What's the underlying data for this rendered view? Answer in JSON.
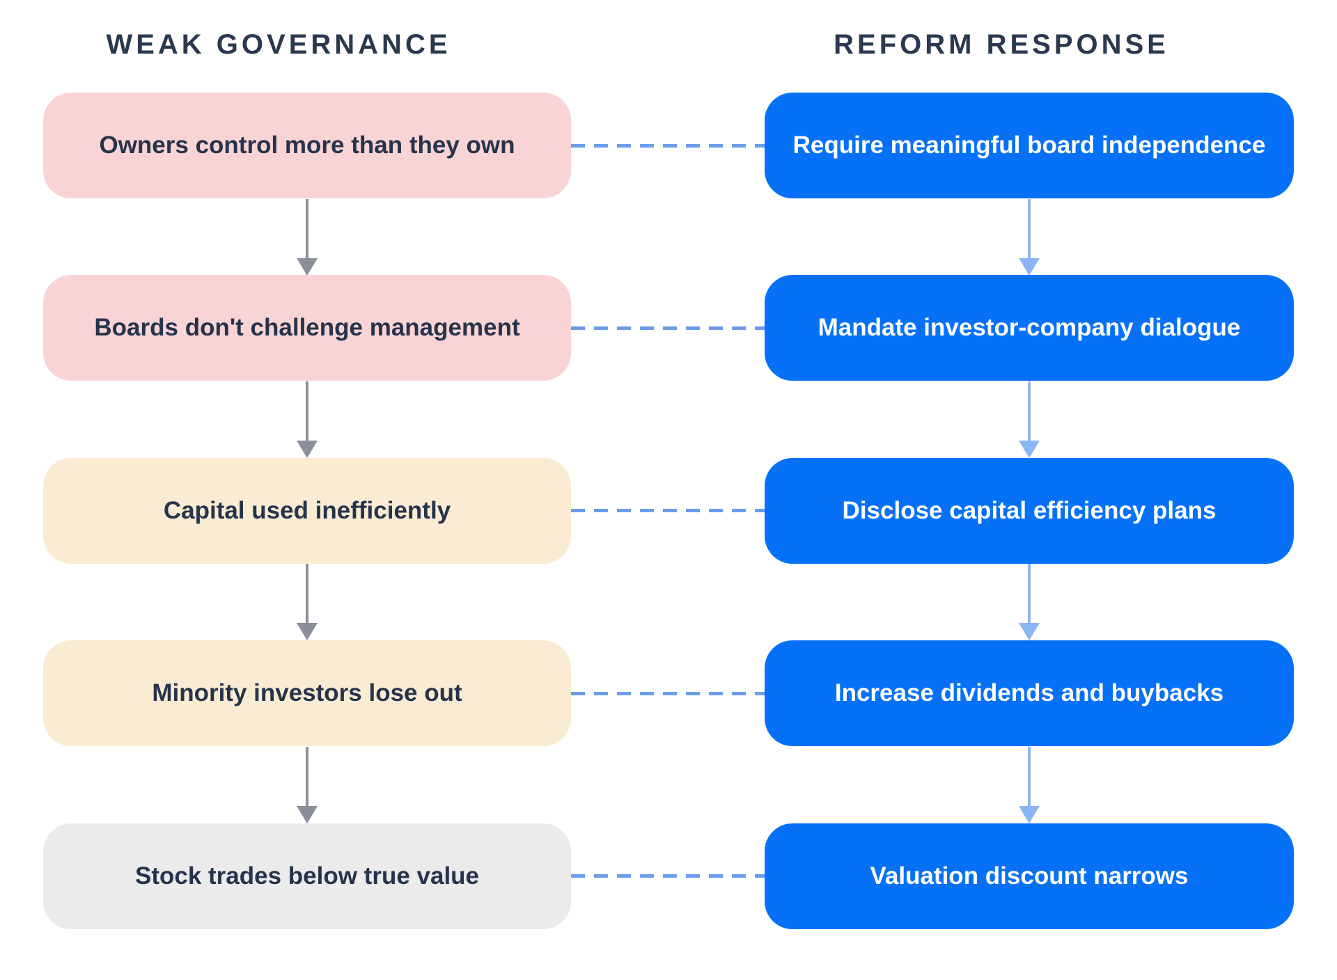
{
  "headers": {
    "left": "WEAK GOVERNANCE",
    "right": "REFORM RESPONSE"
  },
  "rows": [
    {
      "cause": "Owners control more than they own",
      "response": "Require meaningful board independence",
      "cause_bg": "#F9D4D5"
    },
    {
      "cause": "Boards don't challenge management",
      "response": "Mandate investor-company dialogue",
      "cause_bg": "#F9D4D5"
    },
    {
      "cause": "Capital used inefficiently",
      "response": "Disclose capital efficiency plans",
      "cause_bg": "#FAECD3"
    },
    {
      "cause": "Minority investors lose out",
      "response": "Increase dividends and buybacks",
      "cause_bg": "#FAECD3"
    },
    {
      "cause": "Stock trades below true value",
      "response": "Valuation discount narrows",
      "cause_bg": "#EBEBEC"
    }
  ],
  "colors": {
    "response_bg": "#0671F6",
    "response_text": "#FFFFFF",
    "cause_text": "#26334B",
    "header_text": "#2A3850",
    "left_arrow": "#8A8F99",
    "right_arrow": "#8CB5F4",
    "connector_dash": "#6B9DEC",
    "background": "#FFFFFF"
  }
}
